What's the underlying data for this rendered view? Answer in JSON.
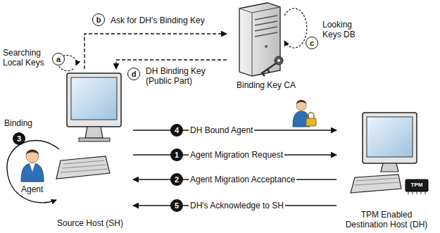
{
  "diagram": {
    "nodes": [
      {
        "text": [
          "Source Host (SH)"
        ]
      },
      {
        "text": [
          "Binding Key CA"
        ]
      },
      {
        "text": [
          "TPM Enabled Destination Host (DH)"
        ]
      }
    ],
    "edges": [
      {
        "from": 0,
        "to": 1,
        "arrow": "to",
        "label": "Ask for DH's Binding Key"
      },
      {
        "from": 1,
        "to": 0,
        "arrow": "to",
        "label": "DH Binding Key (Public Part)"
      },
      {
        "from": 0,
        "to": 2,
        "arrow": "to",
        "label": "DH Bound Agent"
      },
      {
        "from": 0,
        "to": 2,
        "arrow": "to",
        "label": "Agent Migration Request"
      },
      {
        "from": 2,
        "to": 0,
        "arrow": "to",
        "label": "Agent Migration Acceptance"
      },
      {
        "from": 2,
        "to": 0,
        "arrow": "to",
        "label": "DH's Acknowledge to SH"
      }
    ],
    "labels": [
      "a",
      "Searching Local Keys",
      "b",
      "c",
      "Looking Keys DB",
      "d",
      "3",
      "Binding",
      "Agent",
      "TPM",
      "4",
      "1",
      "2",
      "5"
    ]
  }
}
